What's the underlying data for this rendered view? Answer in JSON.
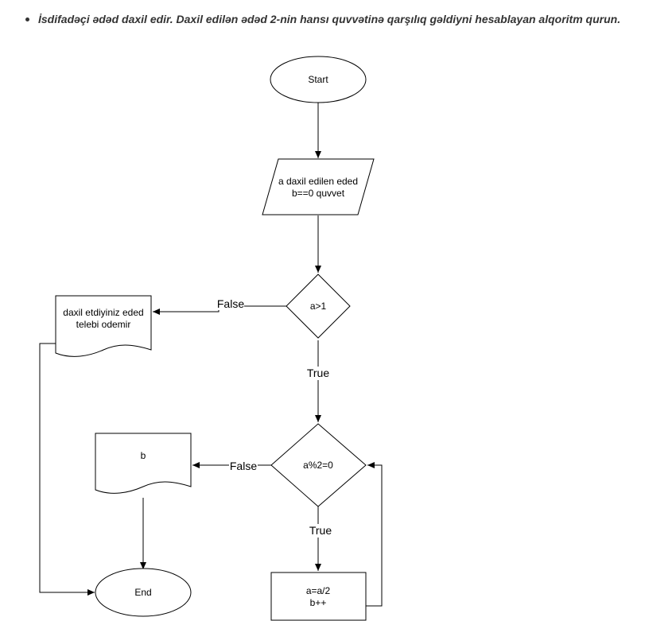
{
  "task": {
    "text": "İsdifadəçi ədəd daxil edir. Daxil edilən ədəd 2-nin hansı quvvətinə qarşılıq gəldiyni hesablayan alqoritm qurun."
  },
  "flowchart": {
    "start": "Start",
    "input": [
      "a daxil edilen eded",
      "b==0 quvvet"
    ],
    "condition1": "a>1",
    "condition2": "a%2=0",
    "process": [
      "a=a/2",
      "b++"
    ],
    "output_error": [
      "daxil etdiyiniz eded",
      "telebi odemir"
    ],
    "output_result": "b",
    "end": "End",
    "edge_labels": {
      "c1_false": "False",
      "c1_true": "True",
      "c2_false": "False",
      "c2_true": "True"
    }
  },
  "colors": {
    "stroke": "#000000",
    "fill": "#ffffff",
    "heading": "#333333"
  }
}
